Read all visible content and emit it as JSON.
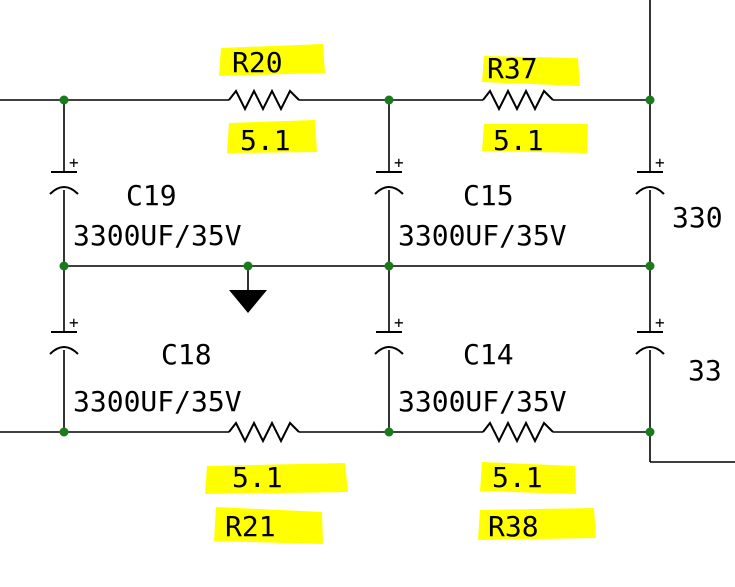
{
  "schematic": {
    "resistors": {
      "r20": {
        "ref": "R20",
        "value": "5.1"
      },
      "r37": {
        "ref": "R37",
        "value": "5.1"
      },
      "r21": {
        "ref": "R21",
        "value": "5.1"
      },
      "r38": {
        "ref": "R38",
        "value": "5.1"
      }
    },
    "capacitors": {
      "c19": {
        "ref": "C19",
        "value": "3300UF/35V"
      },
      "c15": {
        "ref": "C15",
        "value": "3300UF/35V"
      },
      "c18": {
        "ref": "C18",
        "value": "3300UF/35V"
      },
      "c14": {
        "ref": "C14",
        "value": "3300UF/35V"
      },
      "right_top_value": "330",
      "right_bottom_value": "33"
    },
    "polarity_mark": "+",
    "colors": {
      "highlight": "#ffff00",
      "node": "#1b7a1b",
      "wire": "#000000"
    }
  }
}
